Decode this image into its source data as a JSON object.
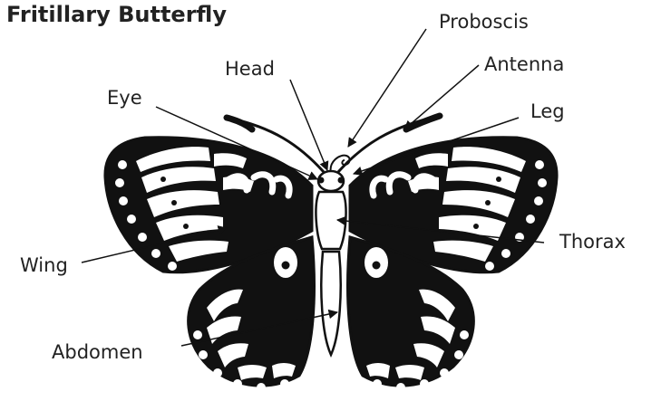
{
  "title": "Fritillary Butterfly",
  "labels": {
    "proboscis": "Proboscis",
    "antenna": "Antenna",
    "head": "Head",
    "eye": "Eye",
    "leg": "Leg",
    "wing": "Wing",
    "thorax": "Thorax",
    "abdomen": "Abdomen"
  },
  "colors": {
    "ink": "#111111",
    "paper": "#ffffff",
    "text": "#222222"
  }
}
